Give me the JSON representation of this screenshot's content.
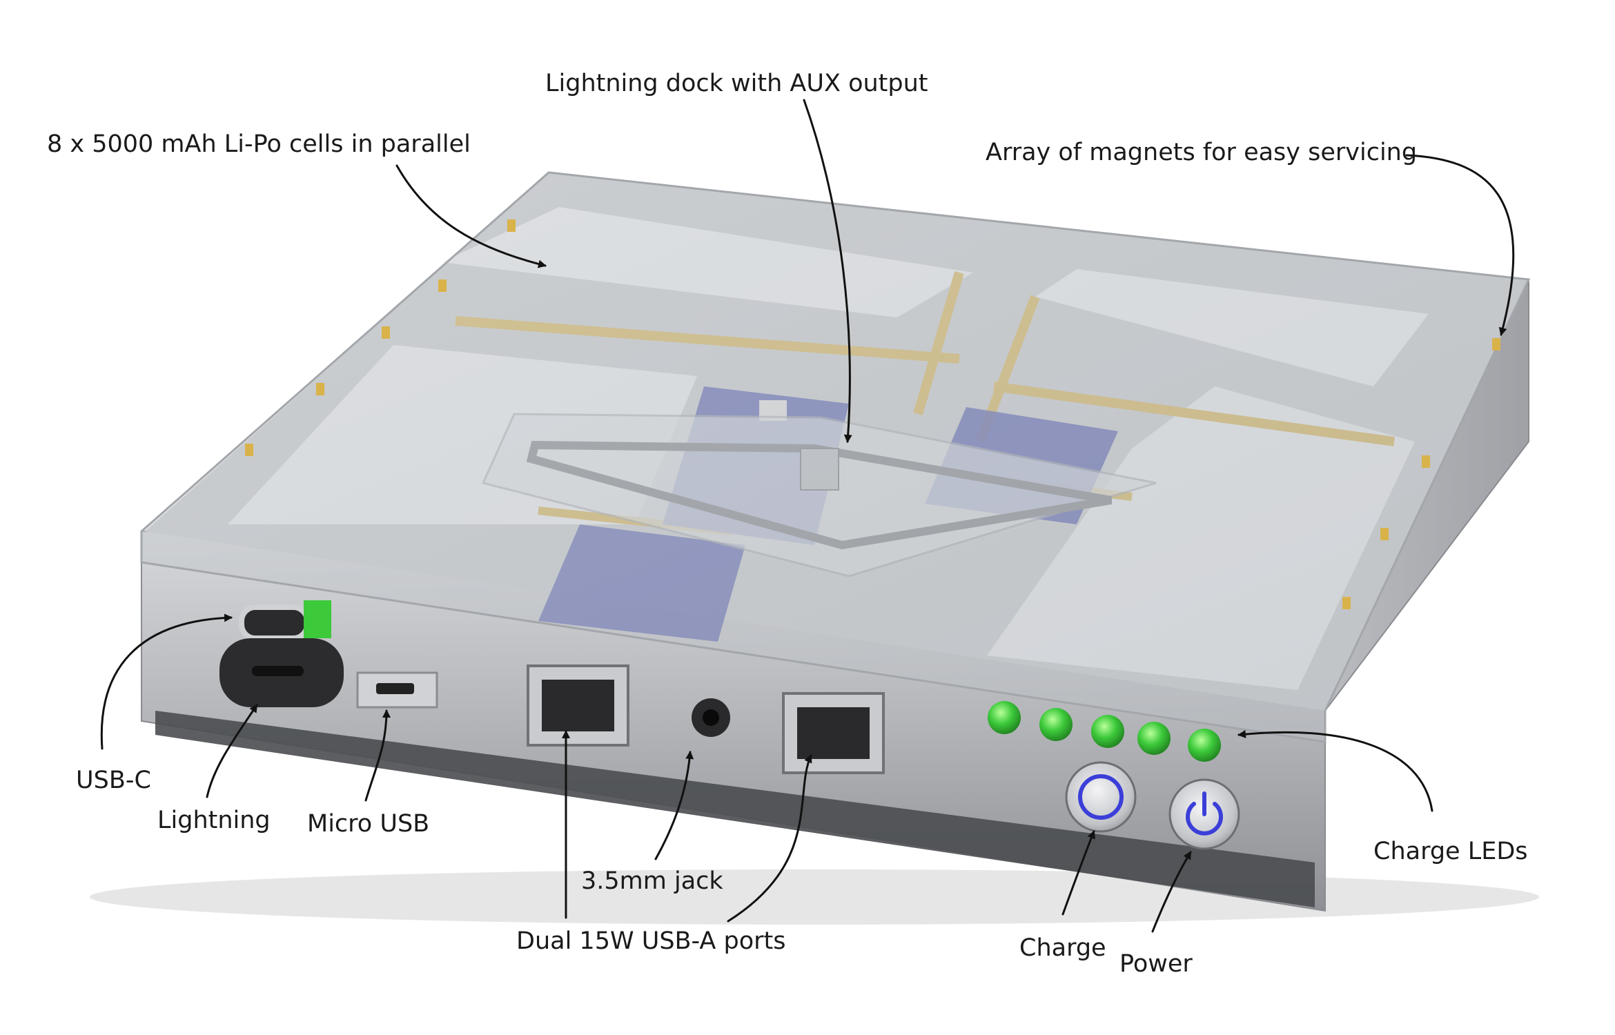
{
  "labels": {
    "lightning_dock": "Lightning dock with AUX output",
    "cells": "8 x 5000 mAh Li-Po cells in parallel",
    "magnets": "Array of magnets for easy servicing",
    "usb_c": "USB-C",
    "lightning": "Lightning",
    "micro_usb": "Micro USB",
    "jack": "3.5mm jack",
    "usb_a": "Dual 15W USB-A ports",
    "charge_leds": "Charge LEDs",
    "charge": "Charge",
    "power": "Power"
  },
  "colors": {
    "led": "#3cc93a",
    "button_ring": "#3b3fd8",
    "copper_tab": "#d9b24a",
    "pcb": "#3a44a8"
  },
  "icons": {
    "charge_button": "circle-ring-icon",
    "power_button": "power-icon"
  }
}
